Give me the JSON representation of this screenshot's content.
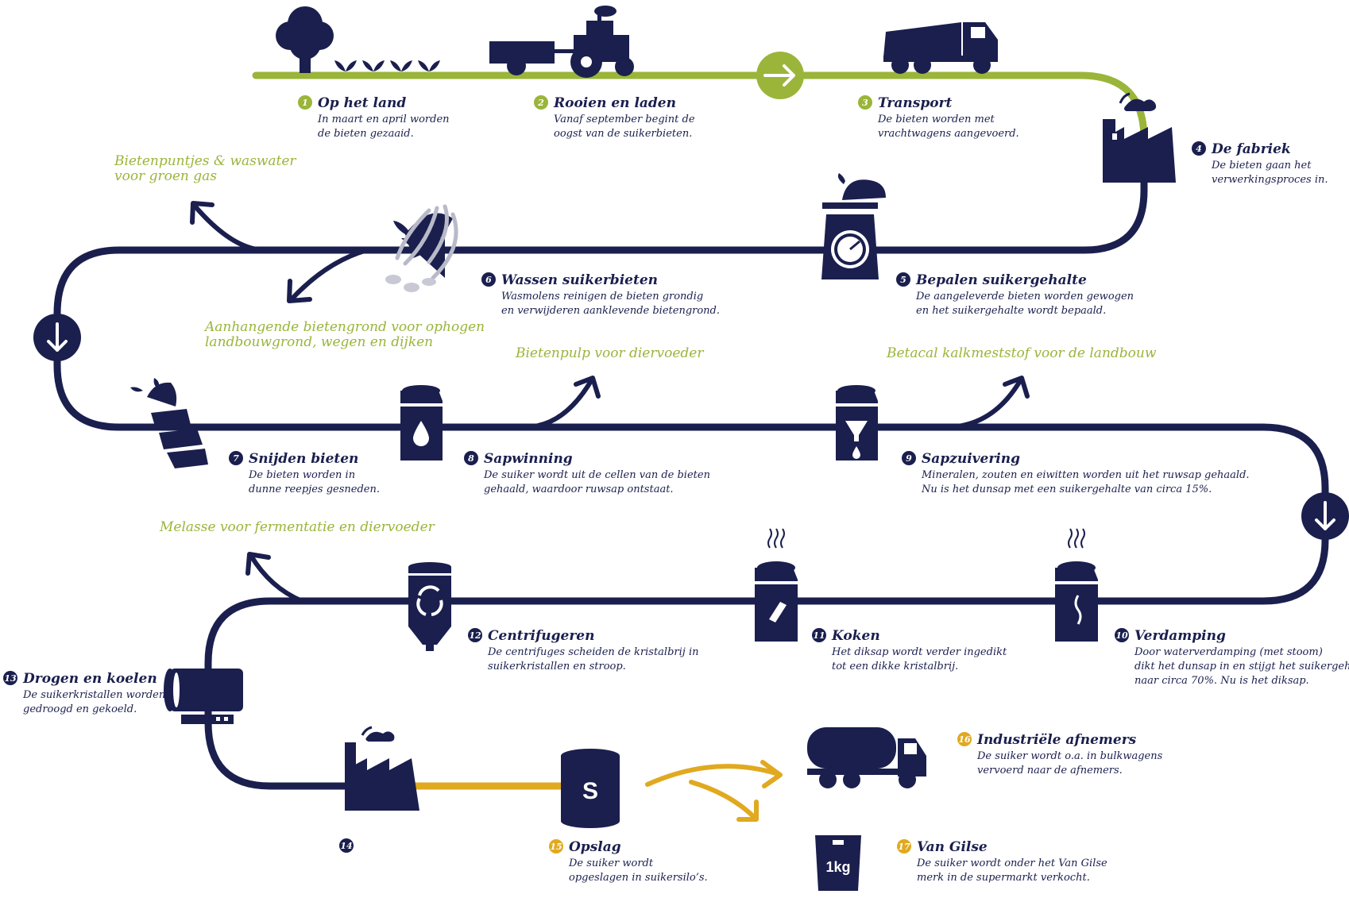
{
  "colors": {
    "navy": "#1a1f4e",
    "green": "#9ab53a",
    "gold": "#e0a91f",
    "white": "#ffffff"
  },
  "steps": [
    {
      "num": "1",
      "title": "Op het land",
      "desc1": "In maart en april worden",
      "desc2": "de bieten gezaaid.",
      "color": "green"
    },
    {
      "num": "2",
      "title": "Rooien en laden",
      "desc1": "Vanaf september begint de",
      "desc2": "oogst van de suikerbieten.",
      "color": "green"
    },
    {
      "num": "3",
      "title": "Transport",
      "desc1": "De bieten worden met",
      "desc2": "vrachtwagens aangevoerd.",
      "color": "green"
    },
    {
      "num": "4",
      "title": "De fabriek",
      "desc1": "De bieten gaan het",
      "desc2": "verwerkingsproces in.",
      "color": "navy"
    },
    {
      "num": "5",
      "title": "Bepalen suikergehalte",
      "desc1": "De aangeleverde bieten worden gewogen",
      "desc2": "en het suikergehalte wordt bepaald.",
      "color": "navy"
    },
    {
      "num": "6",
      "title": "Wassen suikerbieten",
      "desc1": "Wasmolens reinigen de bieten grondig",
      "desc2": "en verwijderen aanklevende bietengrond.",
      "color": "navy"
    },
    {
      "num": "7",
      "title": "Snijden bieten",
      "desc1": "De bieten worden in",
      "desc2": "dunne reepjes gesneden.",
      "color": "navy"
    },
    {
      "num": "8",
      "title": "Sapwinning",
      "desc1": "De suiker wordt uit de cellen van de bieten",
      "desc2": "gehaald, waardoor ruwsap ontstaat.",
      "color": "navy"
    },
    {
      "num": "9",
      "title": "Sapzuivering",
      "desc1": "Mineralen, zouten en eiwitten worden uit het ruwsap gehaald.",
      "desc2": "Nu is het dunsap met een suikergehalte van circa 15%.",
      "color": "navy"
    },
    {
      "num": "10",
      "title": "Verdamping",
      "desc1": "Door waterverdamping (met stoom)",
      "desc2": "dikt het dunsap in en stijgt het suikergehalte",
      "desc3": "naar circa 70%. Nu is het diksap.",
      "color": "navy"
    },
    {
      "num": "11",
      "title": "Koken",
      "desc1": "Het diksap wordt verder ingedikt",
      "desc2": "tot een dikke kristalbrij.",
      "color": "navy"
    },
    {
      "num": "12",
      "title": "Centrifugeren",
      "desc1": "De centrifuges scheiden de kristalbrij in",
      "desc2": "suikerkristallen en stroop.",
      "color": "navy"
    },
    {
      "num": "13",
      "title": "Drogen en koelen",
      "desc1": "De suikerkristallen worden",
      "desc2": "gedroogd en gekoeld.",
      "color": "navy"
    },
    {
      "num": "14",
      "title": "",
      "desc1": "",
      "desc2": "",
      "color": "navy"
    },
    {
      "num": "15",
      "title": "Opslag",
      "desc1": "De suiker wordt",
      "desc2": "opgeslagen in suikersilo’s.",
      "color": "gold"
    },
    {
      "num": "16",
      "title": "Industriële afnemers",
      "desc1": "De suiker wordt o.a. in bulkwagens",
      "desc2": "vervoerd naar de afnemers.",
      "color": "gold"
    },
    {
      "num": "17",
      "title": "Van Gilse",
      "desc1": "De suiker wordt onder het Van Gilse",
      "desc2": "merk in de supermarkt verkocht.",
      "color": "gold"
    }
  ],
  "byproducts": {
    "green_gas_1": "Bietenpuntjes & waswater",
    "green_gas_2": "voor groen gas",
    "soil_1": "Aanhangende bietengrond voor ophogen",
    "soil_2": "landbouwgrond, wegen en dijken",
    "pulp": "Bietenpulp voor diervoeder",
    "betacal": "Betacal kalkmeststof voor de landbouw",
    "molasses": "Melasse voor fermentatie en diervoeder"
  },
  "icons": {
    "silo_letter": "S",
    "bag_label": "1kg",
    "list": [
      "tree-icon",
      "sprout-icon",
      "tractor-icon",
      "dump-truck-icon",
      "factory-icon",
      "scale-icon",
      "washer-icon",
      "beet-cutter-icon",
      "silo-drop-icon",
      "silo-filter-icon",
      "evaporator-icon",
      "cooker-icon",
      "centrifuge-icon",
      "dryer-icon",
      "sugar-silo-icon",
      "tanker-truck-icon",
      "sugar-bag-icon",
      "arrow-right-icon",
      "arrow-down-icon"
    ]
  }
}
